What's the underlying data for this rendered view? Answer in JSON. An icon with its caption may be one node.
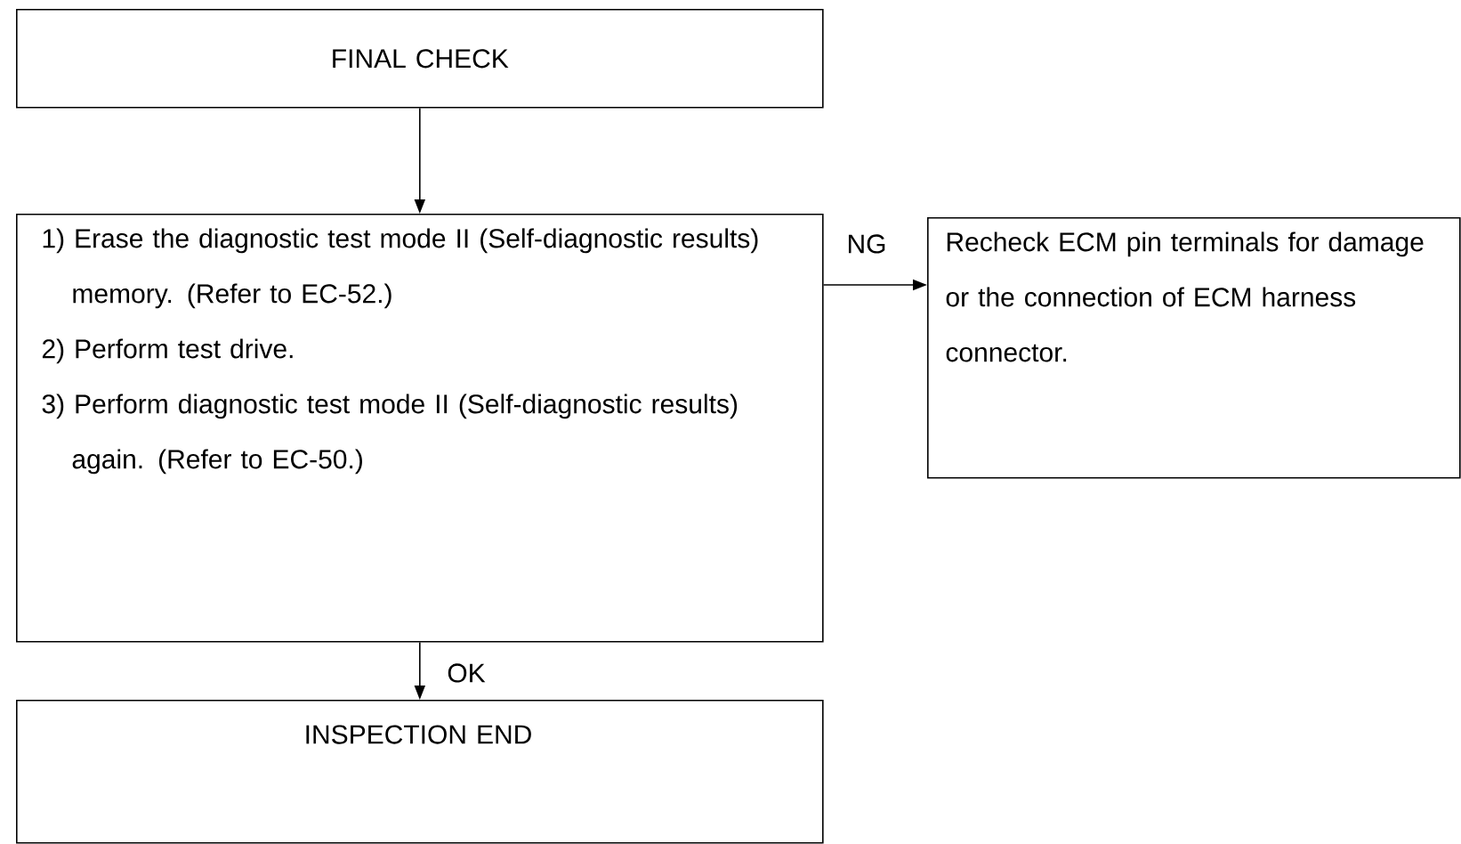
{
  "diagram": {
    "nodes": [
      {
        "text": [
          "FINAL CHECK"
        ]
      },
      {
        "text": [
          "1) Erase the diagnostic test mode II (Self-diagnostic results) memory. (Refer to EC-52.)",
          "2) Perform test drive.",
          "3) Perform diagnostic test mode II (Self-diagnostic results) again. (Refer to EC-50.)"
        ]
      },
      {
        "text": [
          "Recheck ECM pin terminals for damage or the connection of ECM harness connector."
        ]
      },
      {
        "text": [
          "INSPECTION END"
        ]
      }
    ],
    "edges": [
      {
        "from": 0,
        "to": 1,
        "arrow": "to"
      },
      {
        "from": 1,
        "to": 2,
        "arrow": "to",
        "label": "NG"
      },
      {
        "from": 1,
        "to": 3,
        "arrow": "to",
        "label": "OK"
      }
    ]
  }
}
